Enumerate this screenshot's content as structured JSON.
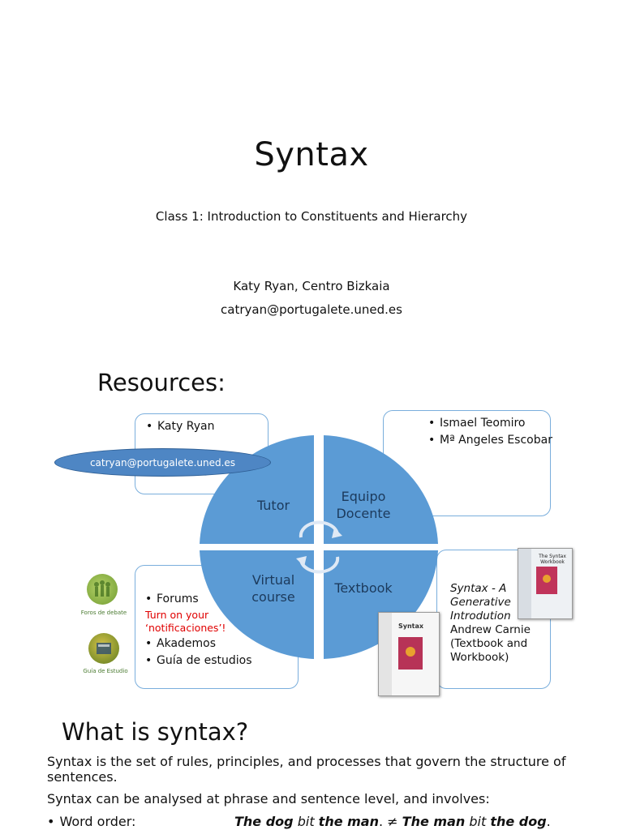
{
  "slide1": {
    "title": "Syntax",
    "subtitle": "Class 1: Introduction to Constituents and Hierarchy",
    "author": "Katy Ryan, Centro Bizkaia",
    "email": "catryan@portugalete.uned.es"
  },
  "slide2": {
    "heading": "Resources:",
    "tutor_box": {
      "items": [
        "Katy Ryan"
      ]
    },
    "email_oval": "catryan@portugalete.uned.es",
    "equipo_box": {
      "items": [
        "Ismael Teomiro",
        "Mª Angeles Escobar"
      ]
    },
    "virtual_box": {
      "item1": "Forums",
      "warning": "Turn on your ‘notificaciones’!",
      "item2": "Akademos",
      "item3": "Guía de estudios"
    },
    "textbook_box": {
      "title_italic": "Syntax - A Generative Introdution",
      "author": "Andrew Carnie",
      "note": "(Textbook and Workbook)"
    },
    "quadrants": {
      "tutor": "Tutor",
      "equipo": "Equipo Docente",
      "virtual": "Virtual course",
      "textbook": "Textbook"
    },
    "icons": {
      "forums_caption": "Foros de debate",
      "guide_caption": "Guía de Estudio"
    },
    "books": {
      "workbook_title": "The Syntax Workbook",
      "textbook_title": "Syntax"
    },
    "colors": {
      "circle": "#5b9bd5",
      "box_border": "#7aaedc",
      "oval": "#4e86c4",
      "warning": "#e00000"
    }
  },
  "slide3": {
    "heading": "What is syntax?",
    "line1": "Syntax is the set of rules, principles, and processes that govern the structure of sentences.",
    "line2": "Syntax can be analysed at phrase and sentence level, and involves:",
    "bullet_label": "Word order:",
    "example": {
      "p1": "The dog",
      "p2": " bit ",
      "p3": "the man",
      "p4": ". ≠ ",
      "p5": "The man",
      "p6": " bit ",
      "p7": "the dog",
      "p8": "."
    }
  }
}
